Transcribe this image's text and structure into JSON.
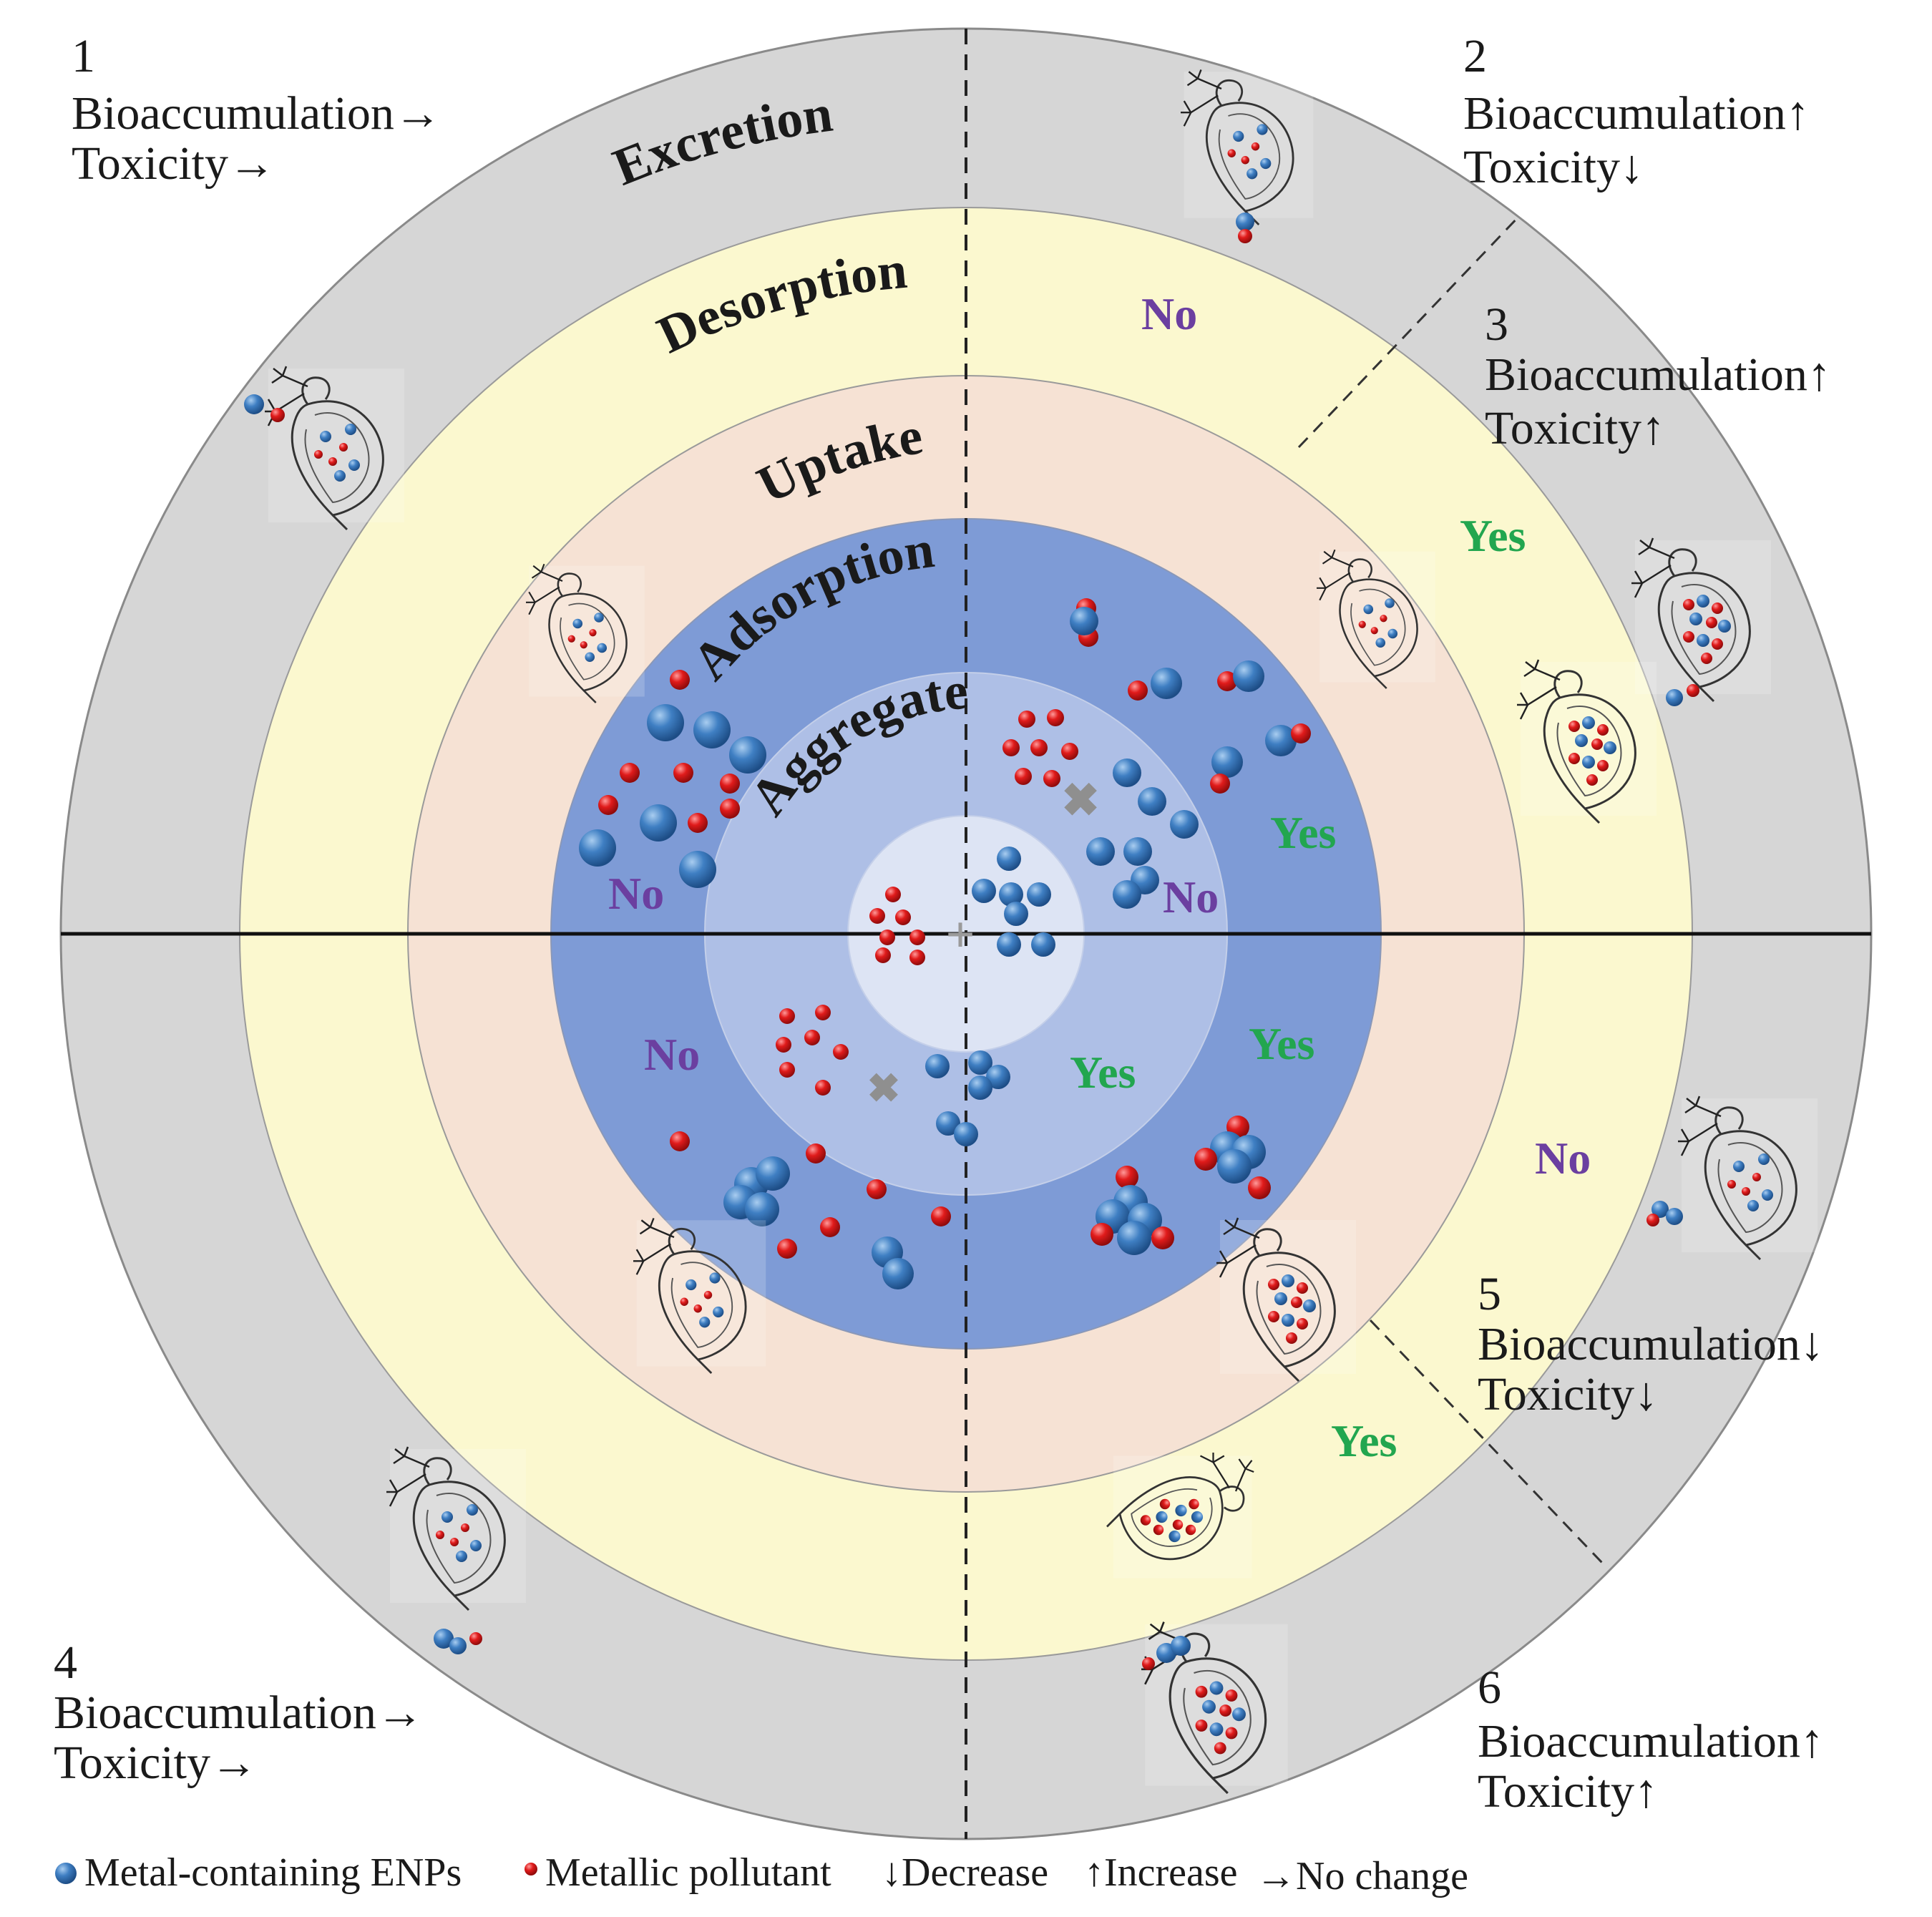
{
  "colors": {
    "excretion_ring": "#d6d6d6",
    "desorption_ring": "#fbf8cf",
    "uptake_ring": "#f6e2d4",
    "adsorption_ring": "#7e9bd6",
    "aggregate_ring": "#aebfe6",
    "center": "#dde4f4",
    "enp": "#3f7fc3",
    "pollutant": "#e01b1b",
    "yes": "#22a64f",
    "no": "#6b3fa0"
  },
  "rings": {
    "excretion": "Excretion",
    "desorption": "Desorption",
    "uptake": "Uptake",
    "adsorption": "Adsorption",
    "aggregate": "Aggregate"
  },
  "answers": {
    "no_desorption_top": "No",
    "yes_desorption_right": "Yes",
    "yes_adsorption_upper": "Yes",
    "no_aggregate_upper": "No",
    "no_adsorption_left": "No",
    "no_adsorption_lower": "No",
    "yes_aggregate_lower": "Yes",
    "yes_adsorption_lower": "Yes",
    "no_desorption_lower": "No",
    "yes_desorption_bottom": "Yes"
  },
  "scenarios": [
    {
      "num": "1",
      "bio": "Bioaccumulation",
      "bio_sym": "→",
      "tox": "Toxicity",
      "tox_sym": "→"
    },
    {
      "num": "2",
      "bio": "Bioaccumulation",
      "bio_sym": "↑",
      "tox": "Toxicity",
      "tox_sym": "↓"
    },
    {
      "num": "3",
      "bio": "Bioaccumulation",
      "bio_sym": "↑",
      "tox": "Toxicity",
      "tox_sym": "↑"
    },
    {
      "num": "4",
      "bio": "Bioaccumulation",
      "bio_sym": "→",
      "tox": "Toxicity",
      "tox_sym": "→"
    },
    {
      "num": "5",
      "bio": "Bioaccumulation",
      "bio_sym": "↓",
      "tox": "Toxicity",
      "tox_sym": "↓"
    },
    {
      "num": "6",
      "bio": "Bioaccumulation",
      "bio_sym": "↑",
      "tox": "Toxicity",
      "tox_sym": "↑"
    }
  ],
  "center_symbols": {
    "plus": "+",
    "cross_upper": "✖",
    "cross_lower": "✖"
  },
  "legend": {
    "enp": "Metal-containing ENPs",
    "pollutant": "Metallic pollutant",
    "decrease_sym": "↓",
    "decrease": "Decrease",
    "increase_sym": "↑",
    "increase": "Increase",
    "nochange_sym": "→",
    "nochange": "No change"
  }
}
